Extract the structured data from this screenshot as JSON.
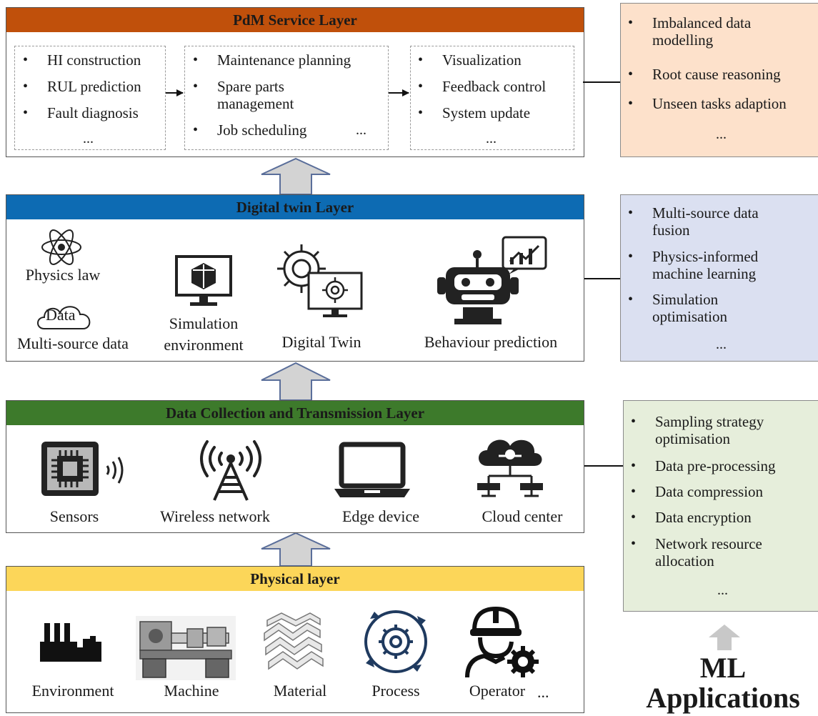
{
  "pdm": {
    "title": "PdM Service Layer",
    "color": "#c0500b",
    "col1": [
      "HI construction",
      "RUL prediction",
      "Fault diagnosis"
    ],
    "col2": [
      "Maintenance planning",
      "Spare parts management",
      "Job scheduling"
    ],
    "col3": [
      "Visualization",
      "Feedback control",
      "System update"
    ],
    "ellipsis": "..."
  },
  "digital_twin": {
    "title": "Digital twin Layer",
    "color": "#0d6bb3",
    "physics_label": "Physics law",
    "data_word": "Data",
    "multisource_label": "Multi-source data",
    "sim_label": "Simulation environment",
    "twin_label": "Digital Twin",
    "behaviour_label": "Behaviour prediction"
  },
  "dct": {
    "title": "Data Collection and Transmission Layer",
    "color": "#3d7a2b",
    "sensors_label": "Sensors",
    "wireless_label": "Wireless network",
    "edge_label": "Edge device",
    "cloud_label": "Cloud center"
  },
  "physical": {
    "title": "Physical layer",
    "color": "#fcd659",
    "environment_label": "Environment",
    "machine_label": "Machine",
    "material_label": "Material",
    "process_label": "Process",
    "operator_label": "Operator",
    "ellipsis": "..."
  },
  "side_pdm": {
    "color": "#fde1cb",
    "items": [
      "Imbalanced data modelling",
      "Root cause reasoning",
      "Unseen tasks adaption"
    ],
    "ellipsis": "..."
  },
  "side_dt": {
    "color": "#dbe0f1",
    "items": [
      "Multi-source data fusion",
      "Physics-informed machine learning",
      "Simulation optimisation"
    ],
    "ellipsis": "..."
  },
  "side_dct": {
    "color": "#e6eedb",
    "items": [
      "Sampling strategy optimisation",
      "Data pre-processing",
      "Data compression",
      "Data encryption",
      "Network resource allocation"
    ],
    "ellipsis": "..."
  },
  "ml": {
    "line1": "ML",
    "line2": "Applications"
  }
}
